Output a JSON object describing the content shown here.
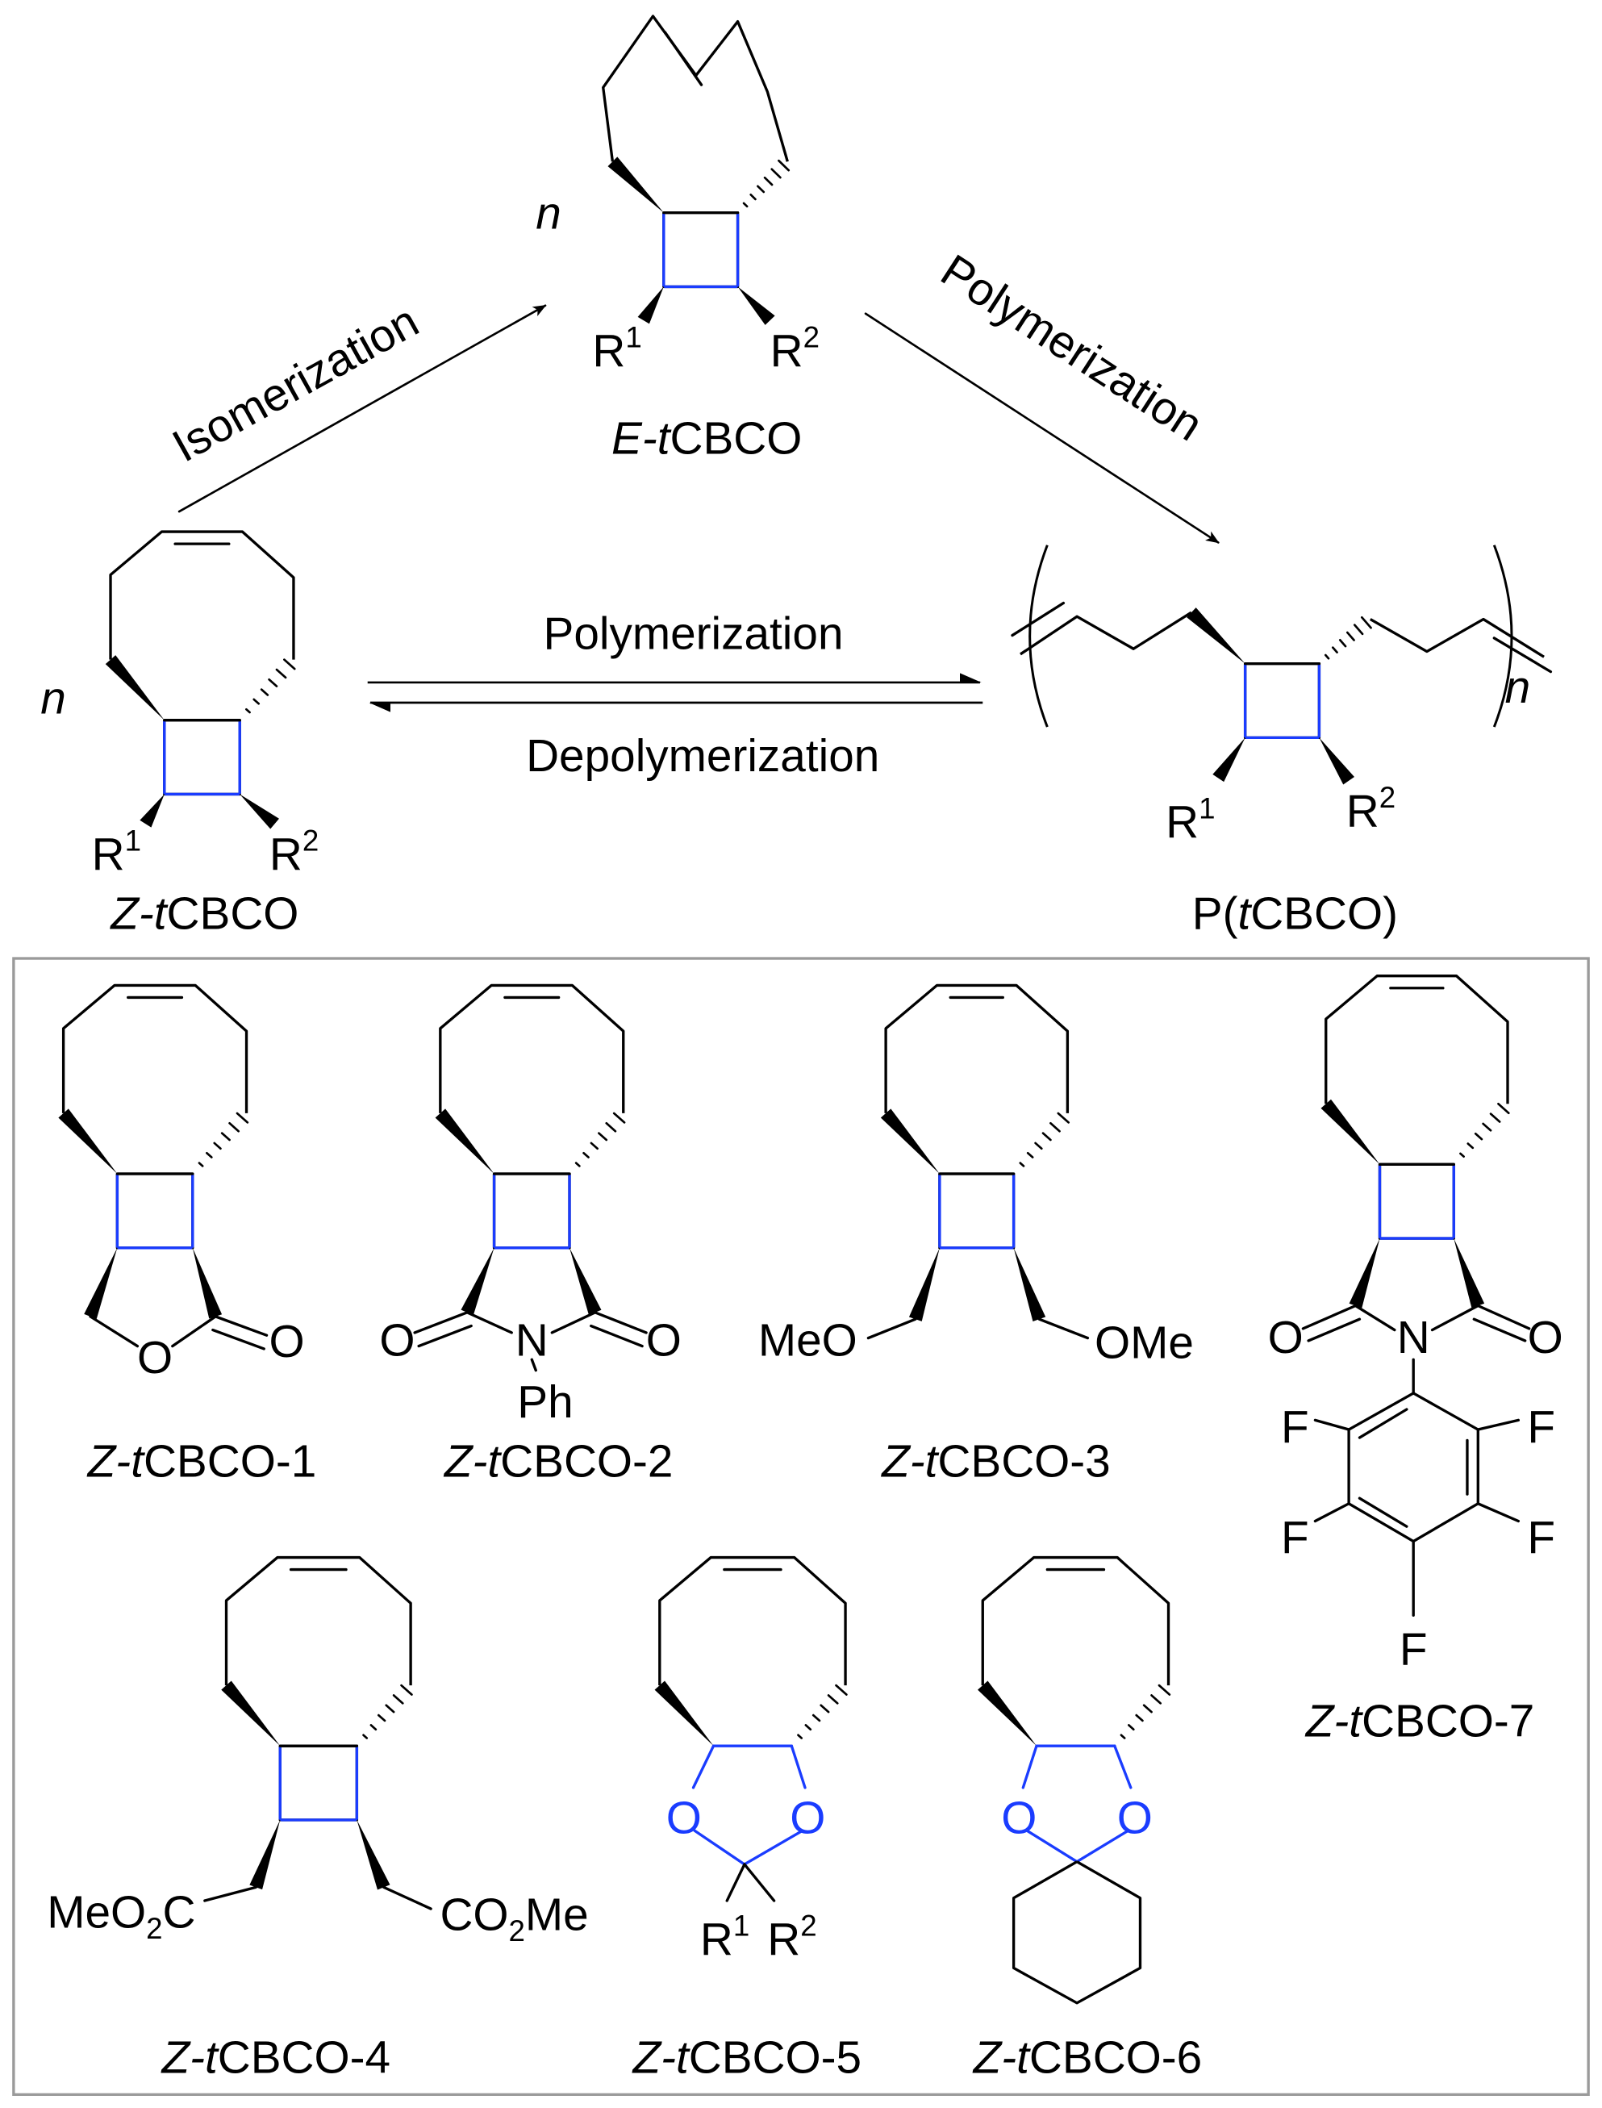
{
  "colors": {
    "bond": "#000000",
    "ring_highlight": "#1a3cff",
    "frame": "#9a9a9a"
  },
  "scheme": {
    "isomerization": "Isomerization",
    "polymerization_diag": "Polymerization",
    "polymerization": "Polymerization",
    "depolymerization": "Depolymerization",
    "n": "n",
    "e_label": {
      "italic": "E-t",
      "rest": "CBCO"
    },
    "z_label": {
      "italic": "Z-t",
      "rest": "CBCO"
    },
    "p_label": {
      "pre": "P(",
      "italic": "t",
      "rest": "CBCO)"
    },
    "r": "R",
    "one": "1",
    "two": "2"
  },
  "compounds": [
    {
      "italic": "Z-t",
      "rest": "CBCO-1",
      "atoms": {
        "o_ring": "O",
        "o_carbonyl": "O"
      }
    },
    {
      "italic": "Z-t",
      "rest": "CBCO-2",
      "atoms": {
        "n": "N",
        "ph": "Ph",
        "o_left": "O",
        "o_right": "O"
      }
    },
    {
      "italic": "Z-t",
      "rest": "CBCO-3",
      "atoms": {
        "meo": "MeO",
        "ome": "OMe"
      }
    },
    {
      "italic": "Z-t",
      "rest": "CBCO-4",
      "atoms": {
        "left_a": "MeO",
        "left_sub": "2",
        "left_b": "C",
        "right_a": "CO",
        "right_sub": "2",
        "right_b": "Me"
      }
    },
    {
      "italic": "Z-t",
      "rest": "CBCO-5",
      "atoms": {
        "o": "O",
        "r": "R",
        "one": "1",
        "two": "2"
      }
    },
    {
      "italic": "Z-t",
      "rest": "CBCO-6",
      "atoms": {
        "o": "O"
      }
    },
    {
      "italic": "Z-t",
      "rest": "CBCO-7",
      "atoms": {
        "n": "N",
        "o": "O",
        "f": "F"
      }
    }
  ]
}
